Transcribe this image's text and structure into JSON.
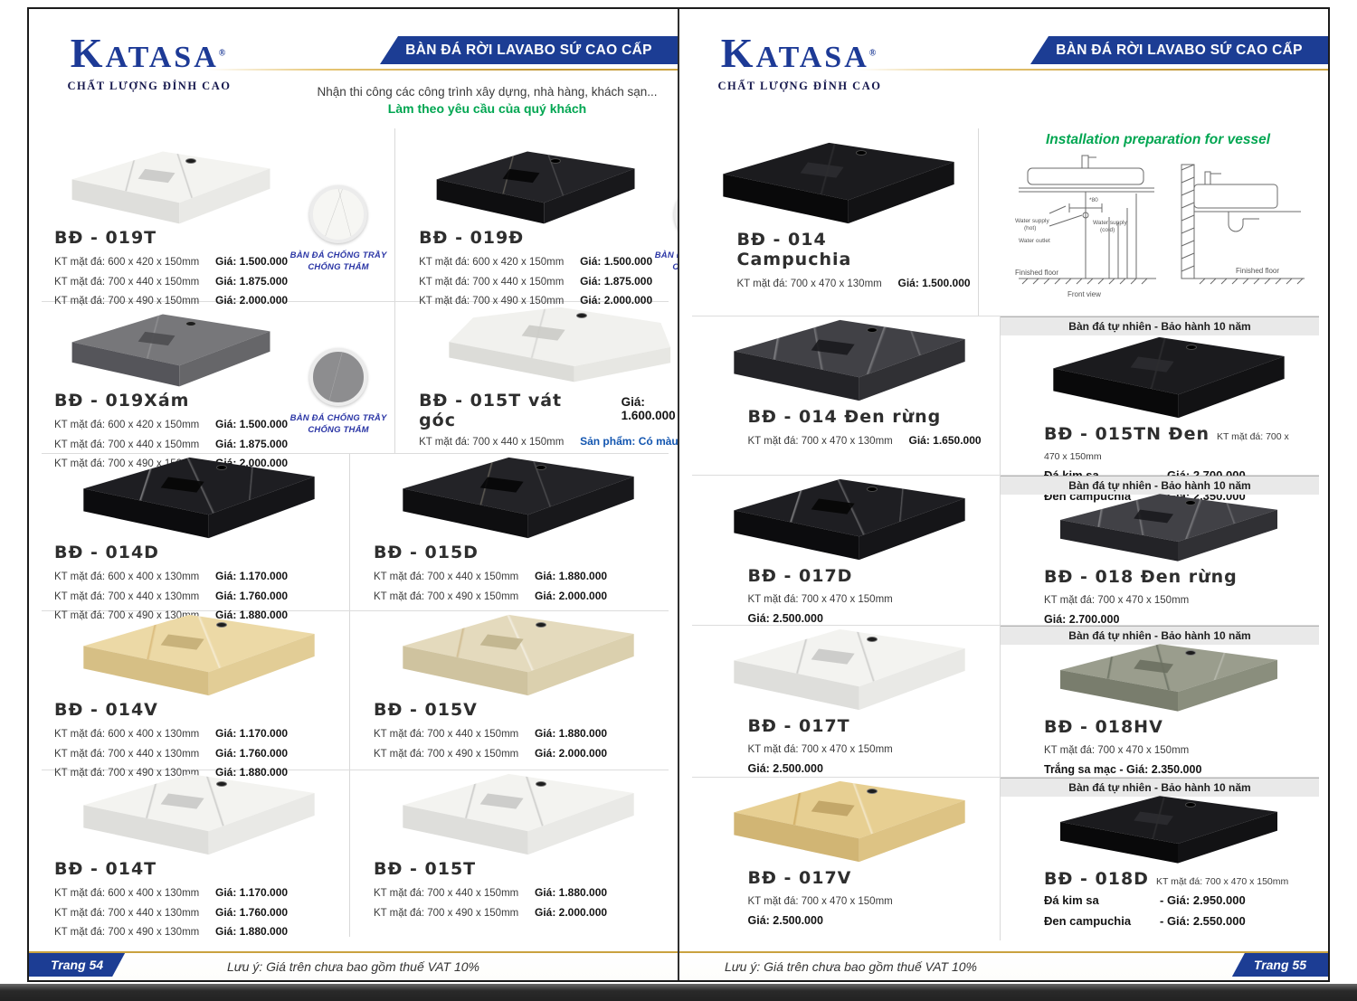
{
  "brand": {
    "logo": "KATASA",
    "logo_k": "K",
    "logo_rest": "ATASA",
    "reg": "®",
    "tagline": "CHẤT LƯỢNG ĐỈNH CAO",
    "banner": "BÀN ĐÁ RỜI LAVABO SỨ CAO CẤP"
  },
  "colors": {
    "banner_blue": "#1c3d94",
    "accent_gold": "#c9a23f",
    "green": "#00a651",
    "badge_blue": "#2a35a5"
  },
  "left_page": {
    "subtitle_line1": "Nhận thi công các công trình xây dựng, nhà hàng, khách sạn...",
    "subtitle_line2": "Làm theo yêu cầu của quý khách",
    "badge": {
      "line1": "BÀN ĐÁ CHỐNG TRẦY",
      "line2": "CHỐNG THẤM"
    },
    "products": [
      {
        "name": "BĐ - 019T",
        "tone": "white",
        "specs": [
          {
            "kt": "KT mặt đá:  600 x 420 x 150mm",
            "price": "Giá: 1.500.000"
          },
          {
            "kt": "KT mặt đá:  700 x 440 x 150mm",
            "price": "Giá: 1.875.000"
          },
          {
            "kt": "KT mặt đá:  700 x 490 x 150mm",
            "price": "Giá: 2.000.000"
          }
        ]
      },
      {
        "name": "BĐ - 019Đ",
        "tone": "black",
        "specs": [
          {
            "kt": "KT mặt đá:  600 x 420 x 150mm",
            "price": "Giá: 1.500.000"
          },
          {
            "kt": "KT mặt đá:  700 x 440 x 150mm",
            "price": "Giá: 1.875.000"
          },
          {
            "kt": "KT mặt đá:  700 x 490 x 150mm",
            "price": "Giá: 2.000.000"
          }
        ]
      },
      {
        "name": "BĐ - 019Xám",
        "tone": "gray",
        "specs": [
          {
            "kt": "KT mặt đá:  600 x 420 x 150mm",
            "price": "Giá: 1.500.000"
          },
          {
            "kt": "KT mặt đá:  700 x 440 x 150mm",
            "price": "Giá: 1.875.000"
          },
          {
            "kt": "KT mặt đá:  700 x 490 x 150mm",
            "price": "Giá: 2.000.000"
          }
        ]
      },
      {
        "name": "BĐ - 015T vát góc",
        "tone": "whiteflat",
        "price_top": "Giá: 1.600.000",
        "kt": "KT mặt đá:  700 x 440 x 150mm",
        "note": "Sản phẩm: Có màu đen"
      },
      {
        "name": "BĐ - 014D",
        "tone": "blackmarble",
        "specs": [
          {
            "kt": "KT mặt đá:  600 x 400 x 130mm",
            "price": "Giá: 1.170.000"
          },
          {
            "kt": "KT mặt đá:  700 x 440 x 130mm",
            "price": "Giá: 1.760.000"
          },
          {
            "kt": "KT mặt đá:  700 x 490 x 130mm",
            "price": "Giá: 1.880.000"
          }
        ]
      },
      {
        "name": "BĐ - 015D",
        "tone": "black",
        "specs": [
          {
            "kt": "KT mặt đá:  700 x 440 x 150mm",
            "price": "Giá: 1.880.000"
          },
          {
            "kt": "KT mặt đá:  700 x 490 x 150mm",
            "price": "Giá: 2.000.000"
          }
        ]
      },
      {
        "name": "BĐ - 014V",
        "tone": "cream",
        "specs": [
          {
            "kt": "KT mặt đá:  600 x 400 x 130mm",
            "price": "Giá: 1.170.000"
          },
          {
            "kt": "KT mặt đá:  700 x 440 x 130mm",
            "price": "Giá: 1.760.000"
          },
          {
            "kt": "KT mặt đá:  700 x 490 x 130mm",
            "price": "Giá: 1.880.000"
          }
        ]
      },
      {
        "name": "BĐ - 015V",
        "tone": "beige",
        "specs": [
          {
            "kt": "KT mặt đá:  700 x 440 x 150mm",
            "price": "Giá: 1.880.000"
          },
          {
            "kt": "KT mặt đá:  700 x 490 x 150mm",
            "price": "Giá: 2.000.000"
          }
        ]
      },
      {
        "name": "BĐ - 014T",
        "tone": "white",
        "specs": [
          {
            "kt": "KT mặt đá:  600 x 400 x 130mm",
            "price": "Giá: 1.170.000"
          },
          {
            "kt": "KT mặt đá:  700 x 440 x 130mm",
            "price": "Giá: 1.760.000"
          },
          {
            "kt": "KT mặt đá:  700 x 490 x 130mm",
            "price": "Giá: 1.880.000"
          }
        ]
      },
      {
        "name": "BĐ - 015T",
        "tone": "white",
        "specs": [
          {
            "kt": "KT mặt đá:  700 x 440 x 150mm",
            "price": "Giá: 1.880.000"
          },
          {
            "kt": "KT mặt đá:  700 x 490 x 150mm",
            "price": "Giá: 2.000.000"
          }
        ]
      }
    ],
    "footer_note": "Lưu ý: Giá trên chưa bao gồm thuế VAT 10%",
    "footer_page": "Trang 54"
  },
  "right_page": {
    "natural_banner": "Bàn đá tự nhiên - Bảo hành 10 năm",
    "diagram": {
      "title": "Installation preparation for vessel",
      "water_supply_hot": "Water supply",
      "water_supply_hot2": "(hot)",
      "water_outlet": "Water outlet",
      "water_supply_cold": "Water supply",
      "water_supply_cold2": "(cold)",
      "dim80": "*80",
      "finished_floor_left": "Finished floor",
      "front_view": "Front view",
      "finished_floor_right": "Finished floor"
    },
    "products": [
      {
        "name": "BĐ - 014 Campuchia",
        "tone": "jet",
        "kt": "KT mặt đá:  700 x 470 x 130mm",
        "price": "Giá: 1.500.000"
      },
      {
        "name": "BĐ - 014 Đen rừng",
        "tone": "forest",
        "kt": "KT mặt đá:  700 x 470 x 130mm",
        "price": "Giá: 1.650.000"
      },
      {
        "name": "BĐ - 015TN Đen",
        "tone": "jet",
        "kt": "KT mặt đá: 700 x 470 x 150mm",
        "options": [
          {
            "label": "Đá kim sa",
            "price": "-  Giá: 2.700.000"
          },
          {
            "label": "Đen campuchia",
            "price": "-  Giá: 2.350.000"
          }
        ]
      },
      {
        "name": "BĐ - 017D",
        "tone": "blackmarble",
        "kt": "KT mặt đá:  700 x 470 x 150mm",
        "price": "Giá: 2.500.000"
      },
      {
        "name": "BĐ - 018 Đen rừng",
        "tone": "forest",
        "kt": "KT mặt đá:  700 x 470 x 150mm",
        "price": "Giá: 2.700.000"
      },
      {
        "name": "BĐ - 017T",
        "tone": "white",
        "kt": "KT mặt đá:  700 x 470 x 150mm",
        "price": "Giá: 2.500.000"
      },
      {
        "name": "BĐ - 018HV",
        "tone": "moss",
        "kt": "KT mặt đá: 700 x 470 x 150mm",
        "price": "Trắng sa mạc - Giá: 2.350.000"
      },
      {
        "name": "BĐ - 017V",
        "tone": "gold",
        "kt": "KT mặt đá:  700 x 470 x 150mm",
        "price": "Giá: 2.500.000"
      },
      {
        "name": "BĐ - 018D",
        "tone": "jet",
        "kt": "KT mặt đá: 700 x 470 x 150mm",
        "options": [
          {
            "label": "Đá kim sa",
            "price": "-  Giá: 2.950.000"
          },
          {
            "label": "Đen campuchia",
            "price": "-  Giá: 2.550.000"
          }
        ]
      }
    ],
    "footer_note": "Lưu ý: Giá trên chưa bao gồm thuế VAT 10%",
    "footer_page": "Trang 55"
  }
}
